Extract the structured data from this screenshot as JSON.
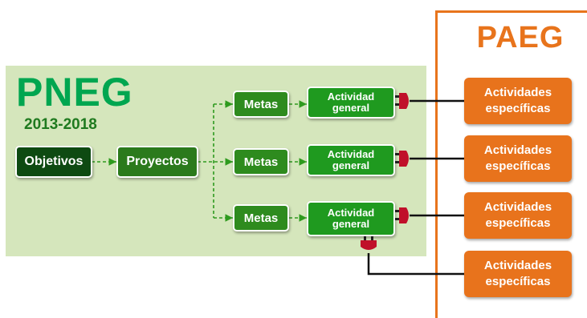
{
  "pneg": {
    "title": "PNEG",
    "years": "2013-2018"
  },
  "paeg": {
    "title": "PAEG"
  },
  "nodes": {
    "objetivos": "Objetivos",
    "proyectos": "Proyectos",
    "metas": [
      "Metas",
      "Metas",
      "Metas"
    ],
    "actividad_general": [
      "Actividad general",
      "Actividad general",
      "Actividad general"
    ],
    "actividades_especificas": [
      "Actividades específicas",
      "Actividades específicas",
      "Actividades específicas",
      "Actividades específicas"
    ]
  },
  "colors": {
    "pneg_green": "#00a650",
    "paeg_orange": "#e8741c",
    "panel_bg": "#d5e6bc",
    "connector_red": "#c0102a"
  }
}
